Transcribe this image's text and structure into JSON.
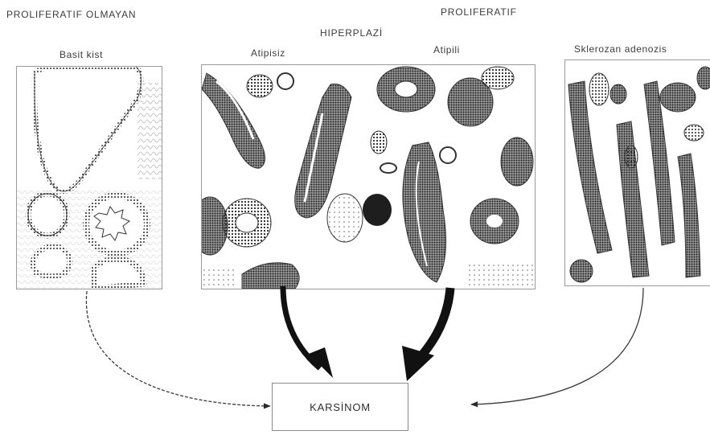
{
  "headings": {
    "non_proliferative": "PROLIFERATIF OLMAYAN",
    "proliferative": "PROLIFERATIF",
    "hyperplasia": "HIPERPLAZİ"
  },
  "panels": {
    "simple_cyst": "Basit kist",
    "atypia_absent": "Atipisiz",
    "atypia_present": "Atipili",
    "sclerosing_adenosis": "Sklerozan adenozis"
  },
  "result": {
    "label": "KARSİNOM"
  }
}
